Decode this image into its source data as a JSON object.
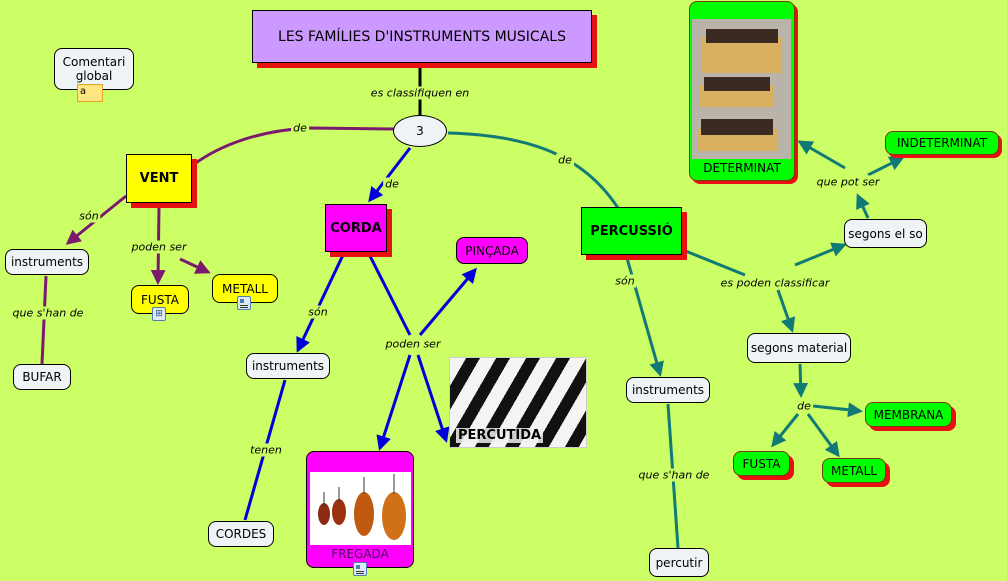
{
  "title": "LES FAMÍLIES D'INSTRUMENTS MUSICALS",
  "comment_node": {
    "label": "Comentari global",
    "icon": "note-icon",
    "icon_letter": "a"
  },
  "colors": {
    "background": "#ccff66",
    "vent_links": "#7a1a6e",
    "corda_links": "#0000dd",
    "percussio_links": "#117a74",
    "shadow": "#e81010"
  },
  "hub": {
    "label": "3",
    "link_label": "es classifiquen en"
  },
  "link_labels": {
    "de_vent": "de",
    "de_corda": "de",
    "de_percussio": "de",
    "vent_son": "són",
    "vent_poden_ser": "poden ser",
    "vent_que_shan_de": "que s'han de",
    "corda_son": "són",
    "corda_poden_ser": "poden ser",
    "corda_tenen": "tenen",
    "perc_son": "són",
    "perc_que_shan_de": "que s'han de",
    "perc_es_poden": "es poden classificar",
    "perc_que_pot_ser": "que pot ser",
    "perc_de": "de"
  },
  "vent": {
    "label": "VENT",
    "instruments": "instruments",
    "bufar": "BUFAR",
    "fusta": {
      "label": "FUSTA",
      "icon": "concept-map-icon"
    },
    "metall": {
      "label": "METALL",
      "icon": "document-icon"
    }
  },
  "corda": {
    "label": "CORDA",
    "instruments": "instruments",
    "cordes": "CORDES",
    "pincada": "PINÇADA",
    "percutida": {
      "label": "PERCUTIDA",
      "image": "piano-keys-image"
    },
    "fregada": {
      "label": "FREGADA",
      "image": "string-instruments-image",
      "icon": "document-icon"
    }
  },
  "percussio": {
    "label": "PERCUSSIÓ",
    "instruments": "instruments",
    "percutir": "percutir",
    "segons_el_so": "segons el so",
    "segons_material": "segons material",
    "determinat": {
      "label": "DETERMINAT",
      "image": "xylophones-image"
    },
    "indeterminat": "INDETERMINAT",
    "membrana": "MEMBRANA",
    "fusta": "FUSTA",
    "metall": "METALL"
  }
}
